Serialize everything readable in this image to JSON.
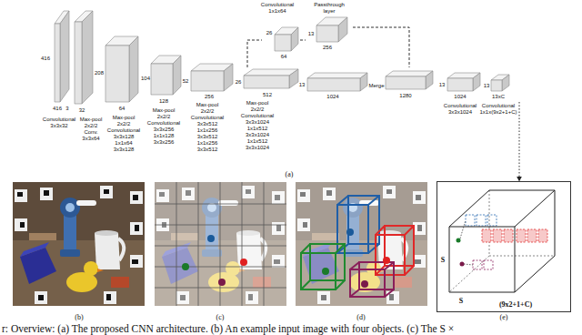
{
  "diagram": {
    "caption": "r: Overview: (a) The proposed CNN architecture. (b) An example input image with four objects. (c) The S ×",
    "nodes": [
      {
        "text": [
          "416",
          "416",
          "3"
        ]
      },
      {
        "text": [
          "32"
        ]
      },
      {
        "text": [
          "208",
          "64"
        ]
      },
      {
        "text": [
          "104",
          "128"
        ]
      },
      {
        "text": [
          "52",
          "256"
        ]
      },
      {
        "text": [
          "26",
          "512"
        ]
      },
      {
        "text": [
          "26",
          "64"
        ]
      },
      {
        "text": [
          "13",
          "256"
        ]
      },
      {
        "text": [
          "13",
          "1024"
        ]
      },
      {
        "text": [
          "1280"
        ]
      },
      {
        "text": [
          "13",
          "1024"
        ]
      },
      {
        "text": [
          "13",
          "13xC"
        ]
      },
      {
        "text": [
          "S",
          "S",
          "(9x2+1+C)"
        ]
      }
    ],
    "edges": [
      {
        "from": 5,
        "to": 6,
        "arrow": "none"
      },
      {
        "from": 6,
        "to": 7,
        "arrow": "none"
      },
      {
        "from": 7,
        "to": 9,
        "arrow": "none"
      },
      {
        "from": 11,
        "to": 12,
        "arrow": "to"
      }
    ],
    "labels": [
      "Convolutional 1x1x64",
      "Passthrough layer",
      "Convolutional 3x3x32",
      "Max-pool 2x2/2 Conv. 3x3x64",
      "Max-pool 2x2/2 Convolutional 3x3x128 1x1x64 3x3x128",
      "Max-pool 2x2/2 Convolutional 3x3x256 1x1x128 3x3x256",
      "Max-pool 2x2/2 Convolutional 3x3x512 1x1x256 3x3x512 1x1x256 3x3x512",
      "Max-pool 2x2/2 Convolutional 3x3x1024 1x1x512 3x3x1024 1x1x512 3x3x1024",
      "Merge",
      "Convolutional 3x3x1024",
      "Convolutional 1x1x(9x2+1+C)",
      "(a)",
      "(b)",
      "(c)",
      "(d)",
      "(e)"
    ]
  }
}
